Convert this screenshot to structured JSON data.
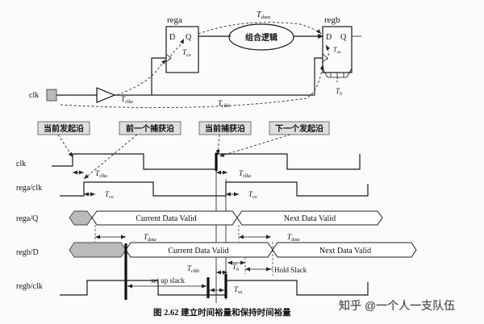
{
  "circuit": {
    "rega_label": "rega",
    "regb_label": "regb",
    "d": "D",
    "q": "Q",
    "logic_label": "组合逻辑",
    "clk_label": "clk",
    "t_data": {
      "main": "T",
      "sub": "data"
    },
    "t_co": {
      "main": "T",
      "sub": "co"
    },
    "t_su": {
      "main": "T",
      "sub": "su"
    },
    "t_h": {
      "main": "T",
      "sub": "h"
    },
    "t_clka": {
      "main": "T",
      "sub": "clka"
    },
    "t_clkb": {
      "main": "T",
      "sub": "clkb"
    }
  },
  "tags": {
    "current_launch": "当前发起沿",
    "previous_capture": "前一个捕获沿",
    "current_capture": "当前捕获沿",
    "next_launch": "下一个发起沿"
  },
  "signals": {
    "clk": "clk",
    "rega_clk": "rega/clk",
    "rega_q": "rega/Q",
    "regb_d": "regb/D",
    "regb_clk": "regb/clk"
  },
  "waves": {
    "current_data_valid": "Current Data Valid",
    "next_data_valid": "Next Data Valid",
    "hold_slack": "Hold Slack",
    "setup_slack": "set up slack"
  },
  "timing": {
    "t_clka": {
      "main": "T",
      "sub": "clka"
    },
    "t_co": {
      "main": "T",
      "sub": "co"
    },
    "t_data": {
      "main": "T",
      "sub": "data"
    },
    "t_clkb": {
      "main": "T",
      "sub": "clkb"
    },
    "t_h": {
      "main": "T",
      "sub": "h"
    },
    "t_su": {
      "main": "T",
      "sub": "su"
    }
  },
  "caption": "图 2.62    建立时间裕量和保持时间裕量",
  "watermark": "知乎 @一个人一支队伍"
}
